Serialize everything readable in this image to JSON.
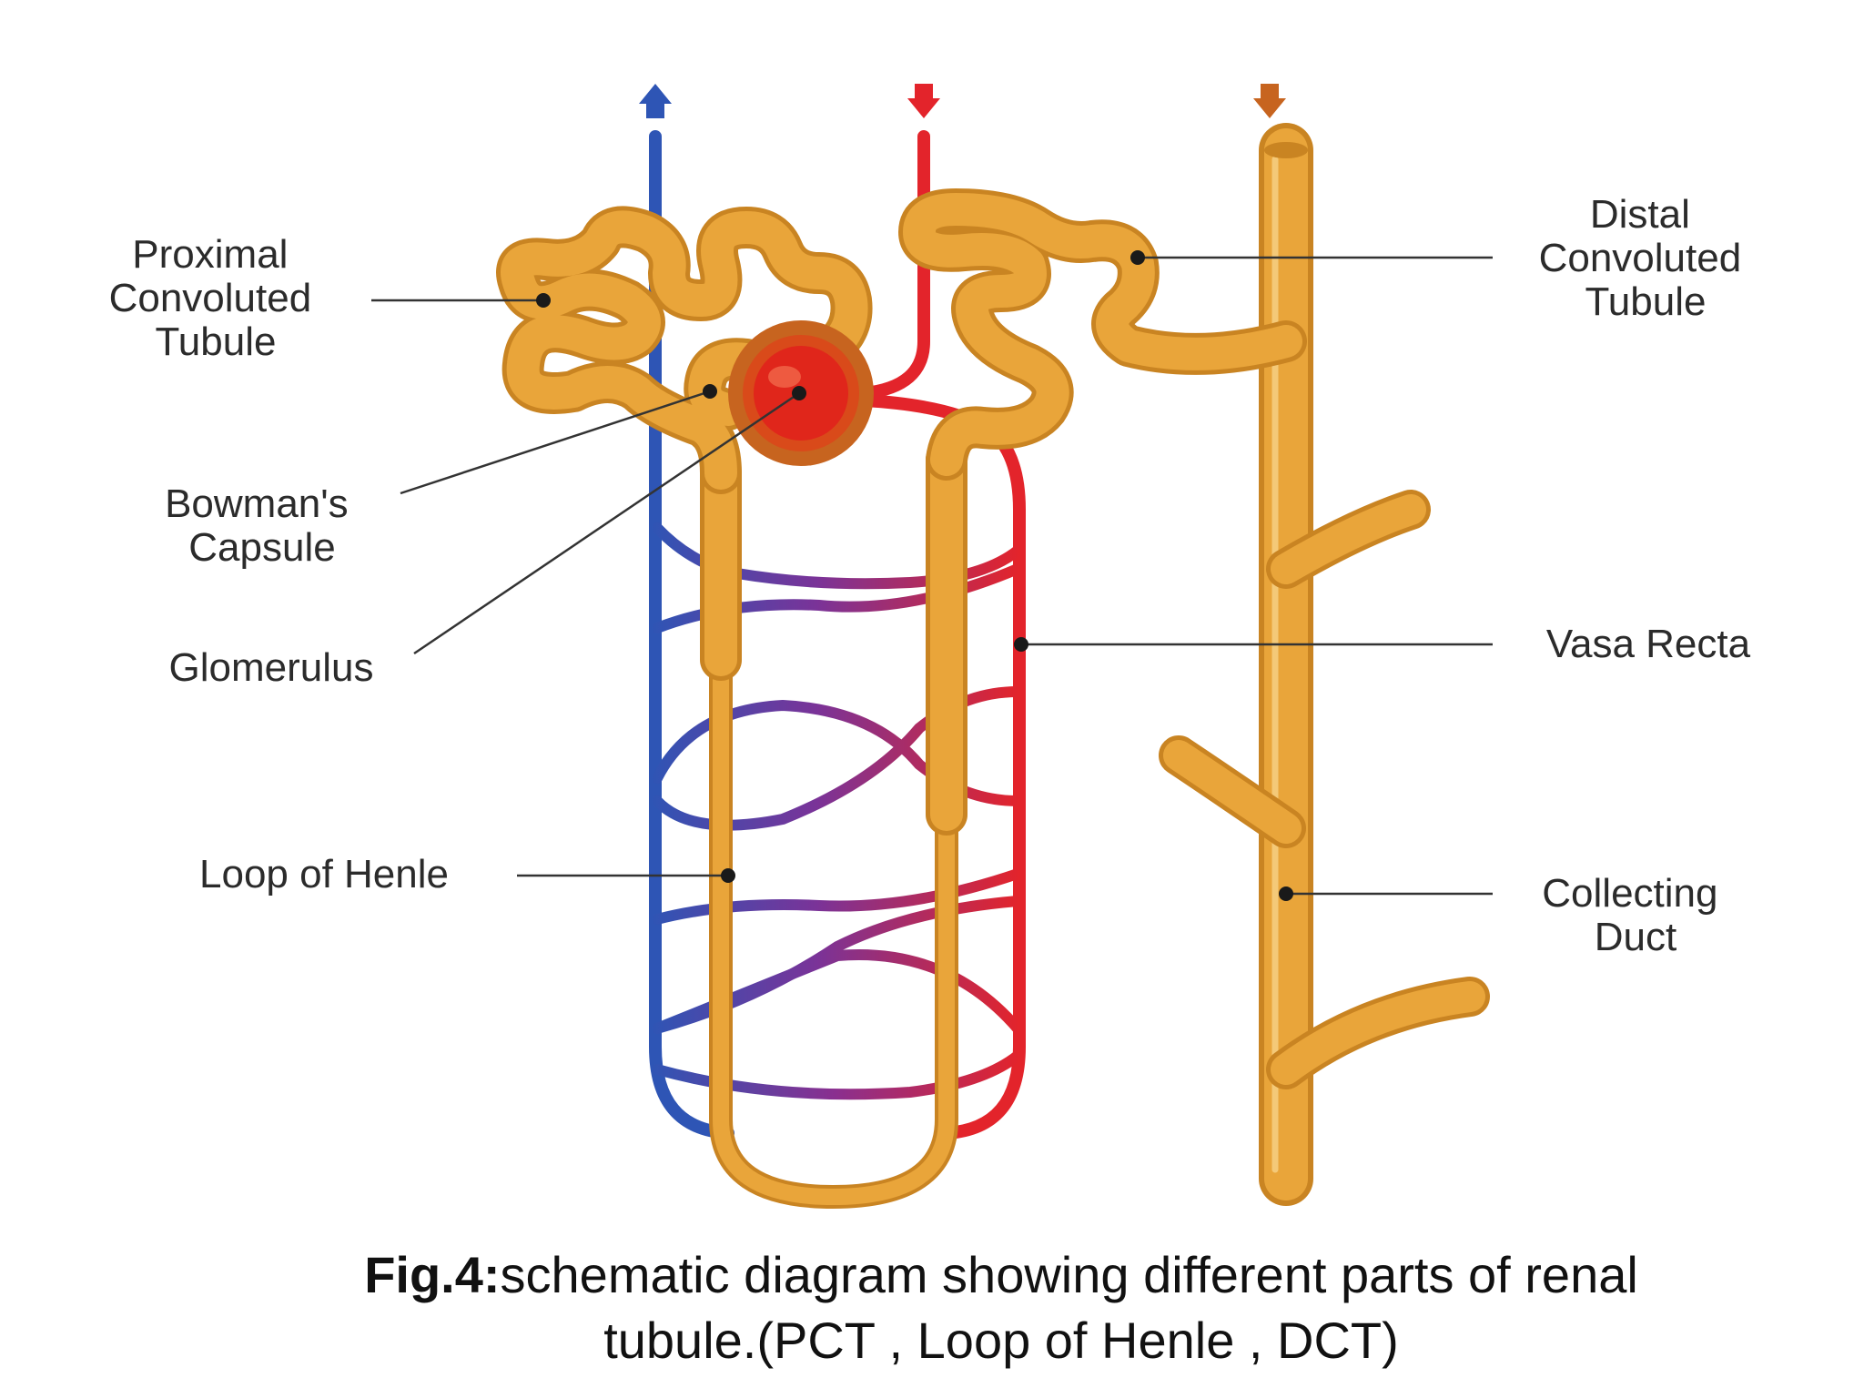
{
  "colors": {
    "tubule": "#E9A53A",
    "tubule_dark": "#C98422",
    "artery": "#E3242B",
    "vein": "#2E55B5",
    "capsule": "#C7641F",
    "glomerulus": "#E0261B"
  },
  "labels": {
    "pct": [
      "Proximal",
      "Convoluted",
      "Tubule"
    ],
    "dct": [
      "Distal",
      "Convoluted",
      "Tubule"
    ],
    "bowman": [
      "Bowman's",
      "Capsule"
    ],
    "glomerulus": "Glomerulus",
    "vasa_recta": "Vasa Recta",
    "loop_of_henle": "Loop of Henle",
    "collecting_duct": [
      "Collecting",
      "Duct"
    ]
  },
  "caption": {
    "bold": "Fig.4:",
    "line1": "schematic diagram showing different parts of renal",
    "line2": "tubule.(PCT , Loop of Henle , DCT)"
  }
}
